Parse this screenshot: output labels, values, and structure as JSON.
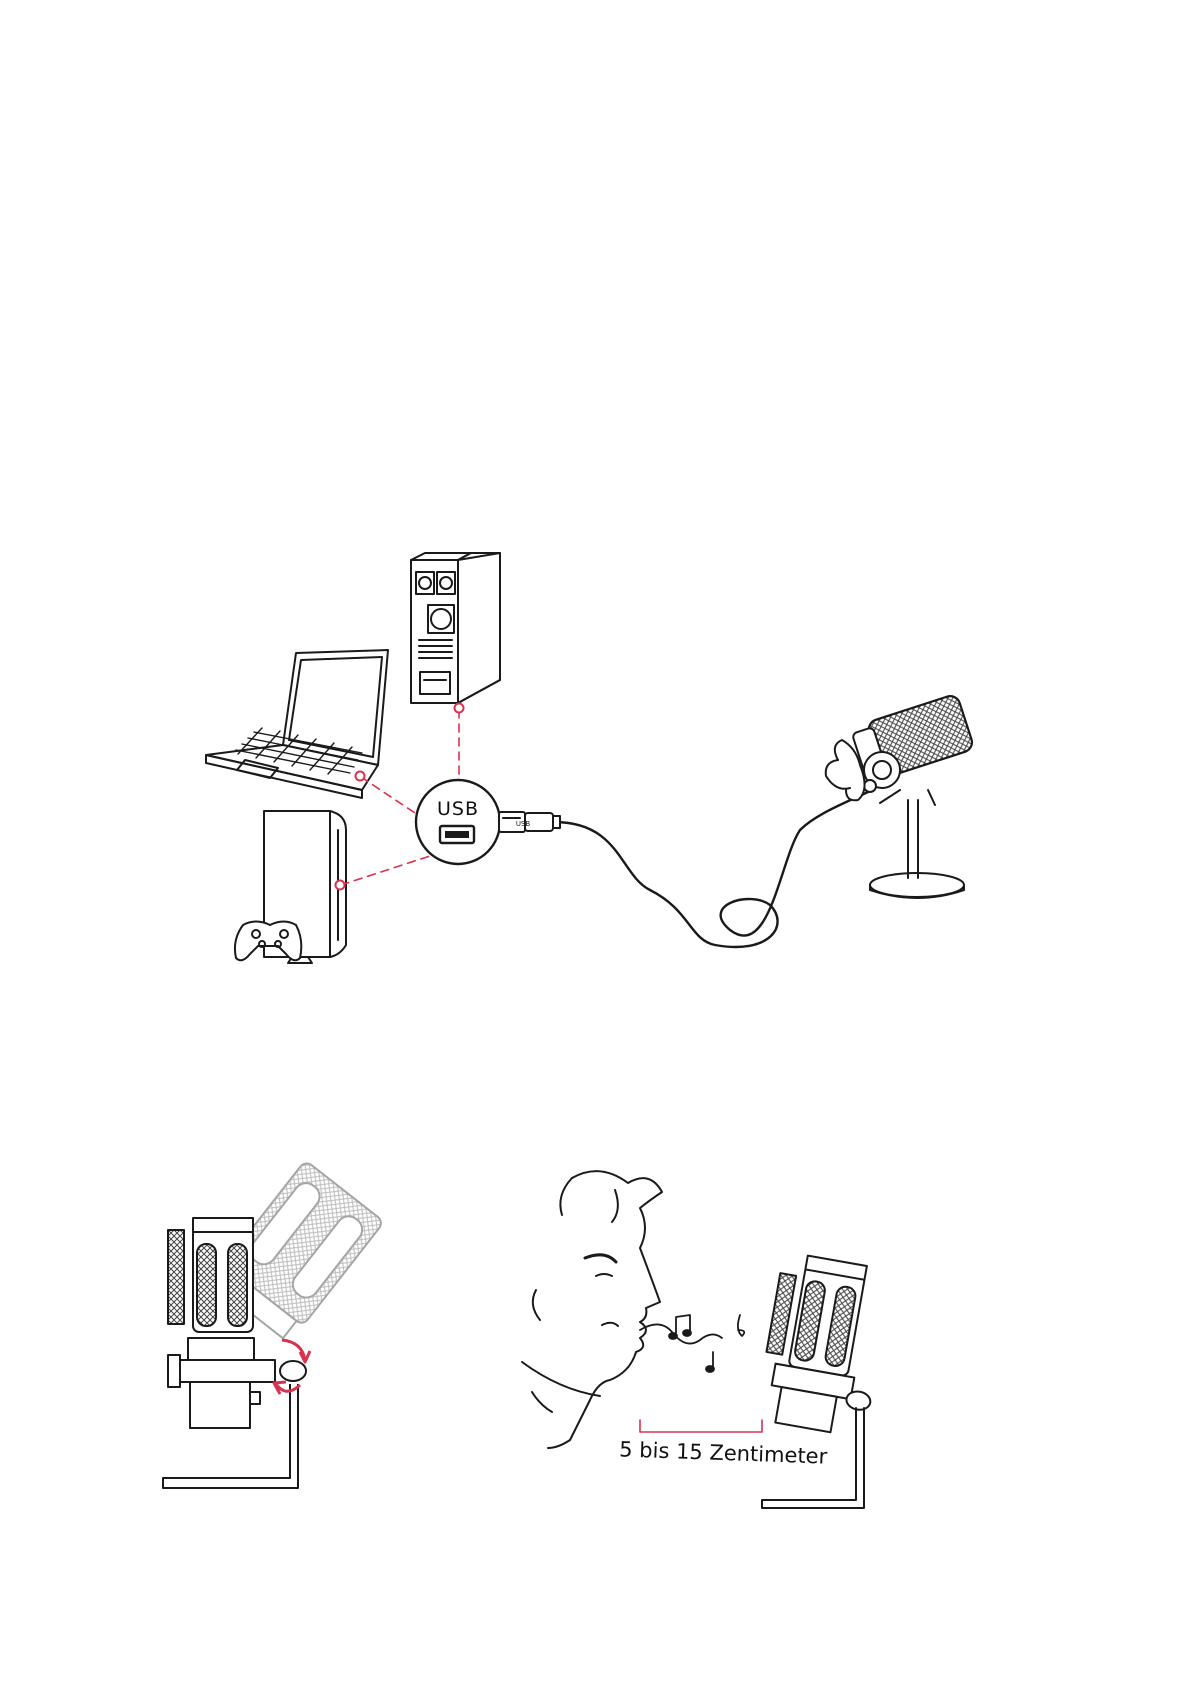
{
  "diagram": {
    "usb_label": "USB",
    "connector_text": "USB",
    "distance_label": "5 bis 15 Zentimeter",
    "colors": {
      "accent": "#d8324e",
      "line": "#1a1a1a",
      "light": "#9a9a9a"
    },
    "icons": [
      "laptop-icon",
      "desktop-tower-icon",
      "game-console-icon",
      "gamepad-icon",
      "usb-port-icon",
      "usb-plug-icon",
      "microphone-icon",
      "music-note-icon"
    ]
  }
}
